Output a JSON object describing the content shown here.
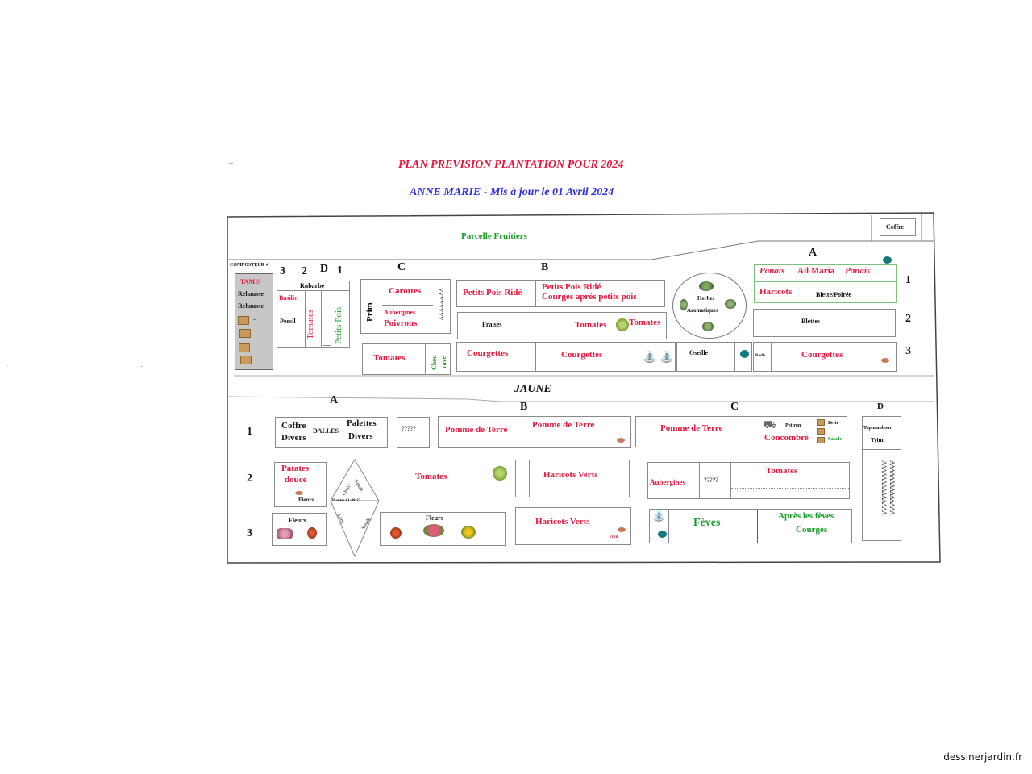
{
  "header": {
    "title": "PLAN PREVISION PLANTATION POUR 2024",
    "subtitle": "ANNE MARIE - Mis à jour le 01 Avril  2024"
  },
  "top": {
    "fruitiers": "Parcelle Fruitiers",
    "coffre": "Coffre"
  },
  "left_block": {
    "composteur": "COMPOSTEUR ✓",
    "tamis": "TAMIS",
    "rehausse1": "Rehausse",
    "rehausse2": "Rehausse",
    "dash": "–",
    "col_labels": [
      "3",
      "2",
      "D",
      "1"
    ],
    "rubarbe": "Rubarbe",
    "basilic": "Basilic",
    "persil": "Persil",
    "tomates": "Tomates",
    "petits_pois": "Petits Pois"
  },
  "col_C_top": {
    "label": "C",
    "prim": "Prim",
    "carottes": "Carottes",
    "aubergines": "Aubergines",
    "poivrons": "Poivrons",
    "marks": "YYYYYYYY",
    "tomates": "Tomates",
    "chou": "Chou",
    "rave": "rave"
  },
  "col_B_top": {
    "label": "B",
    "petits_pois_ride": "Petits Pois Ridé",
    "petits_pois_ride2": "Petits Pois Ridé",
    "courges_apres": "Courges après petits pois",
    "fraises": "Fraises",
    "tomates1": "Tomates",
    "tomates2": "Tomates",
    "courgettes1": "Courgettes",
    "courgettes2": "Courgettes",
    "oseille": "Oseille"
  },
  "herbes": {
    "line1": "Herbes",
    "line2": "Aromatiques"
  },
  "col_A_top": {
    "label": "A",
    "panais1": "Panais",
    "ail": "Ail Maria",
    "panais2": "Panais",
    "haricots": "Haricots",
    "blette_poiree": "Blette/Poirée",
    "blettes": "Blettes",
    "courgettes": "Courgettes",
    "small": "Radis",
    "rows": [
      "1",
      "2",
      "3"
    ]
  },
  "separator": {
    "label": "JAUNE"
  },
  "bottom": {
    "col_labels": [
      "A",
      "B",
      "C",
      "D"
    ],
    "row_labels": [
      "1",
      "2",
      "3"
    ],
    "coffre": "Coffre",
    "divers1": "Divers",
    "dalles": "DALLES",
    "palettes": "Palettes",
    "divers2": "Divers",
    "qmarks": "?????",
    "pdt1": "Pomme de Terre",
    "pdt2": "Pomme de Terre",
    "pdt3": "Pomme de Terre",
    "potiron": "Potiron",
    "concombre": "Concombre",
    "betterave": "Bette",
    "salade": "Salade",
    "topinambour": "Topinambour",
    "tyhm": "Tyhm",
    "d_marks": "AAAAAAAAAAAAAA",
    "patates": "Patates",
    "douce": "douce",
    "fleurs1": "Fleurs",
    "diamond_top_left": "Choux",
    "diamond_top_right": "Salade",
    "diamond_mid": "Plantés 01-09-23",
    "diamond_bot_left": "Leeg",
    "diamond_bot_right": "Salade",
    "tomates": "Tomates",
    "haricots_verts1": "Haricots Verts",
    "aubergines": "Aubergines",
    "qmarks2": "?????",
    "tomates2": "Tomates",
    "fleurs2": "Fleurs",
    "fleurs3": "Fleurs",
    "haricots_verts2": "Haricots Verts",
    "oya": "Oya",
    "feves": "Fèves",
    "apres_feves": "Après les fèves",
    "courges": "Courges"
  },
  "watermark": "dessinerjardin.fr",
  "colors": {
    "red": "#e3173e",
    "green": "#1e9a2c",
    "blue": "#2f2fe0",
    "gray_panel": "#c7c7c7",
    "border": "#8a8a8a"
  }
}
